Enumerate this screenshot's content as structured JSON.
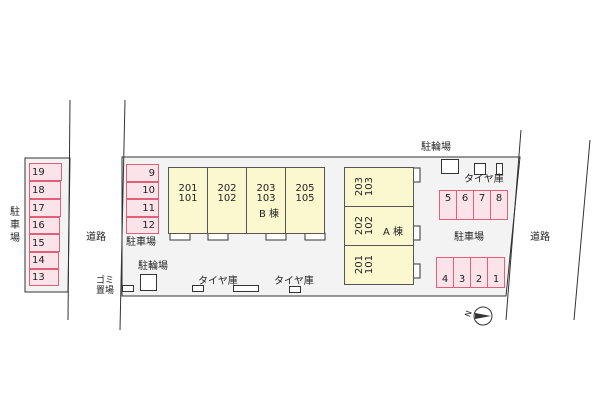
{
  "left_lot": {
    "label": "駐車場",
    "spaces": [
      "19",
      "18",
      "17",
      "16",
      "15",
      "14",
      "13"
    ]
  },
  "road_left": "道路",
  "road_right": "道路",
  "small_lot": {
    "label": "駐車場",
    "spaces": [
      "9",
      "10",
      "11",
      "12"
    ]
  },
  "building_b": {
    "label": "B 棟",
    "units": [
      {
        "upper": "201",
        "lower": "101"
      },
      {
        "upper": "202",
        "lower": "102"
      },
      {
        "upper": "203",
        "lower": "103"
      },
      {
        "upper": "205",
        "lower": "105"
      }
    ]
  },
  "building_a": {
    "label": "A 棟",
    "units": [
      {
        "upper": "203",
        "lower": "103"
      },
      {
        "upper": "202",
        "lower": "102"
      },
      {
        "upper": "201",
        "lower": "101"
      }
    ]
  },
  "bike_left": "駐輪場",
  "bike_right": "駐輪場",
  "garbage": "ゴミ\n置場",
  "tire1": "タイヤ庫",
  "tire2": "タイヤ庫",
  "tire3": "タイヤ庫",
  "right_lot": {
    "label": "駐車場",
    "top_spaces": [
      "5",
      "6",
      "7",
      "8"
    ],
    "bottom_spaces": [
      "4",
      "3",
      "2",
      "1"
    ]
  },
  "compass": "N"
}
